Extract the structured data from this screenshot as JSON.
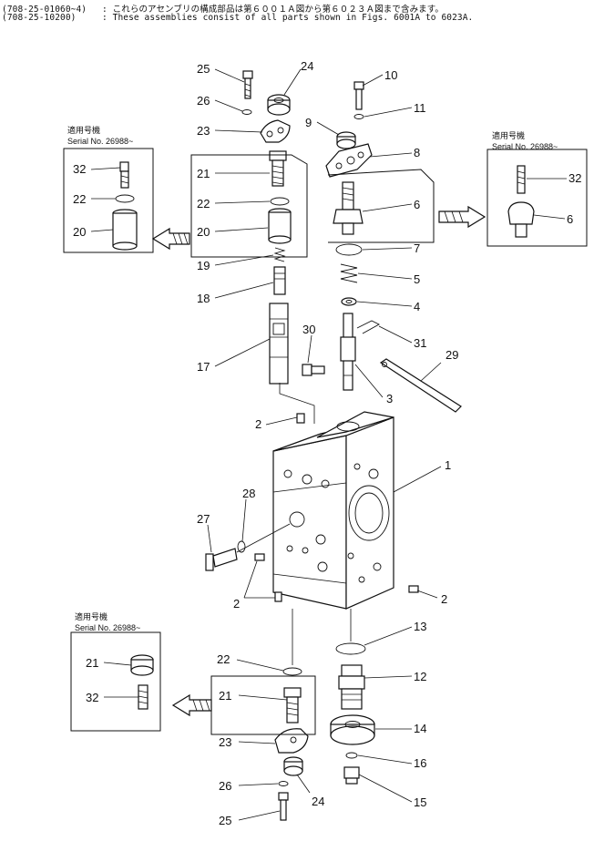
{
  "header": {
    "lines": [
      {
        "code": "(708-25-01060~4)",
        "text": ": これらのアセンブリの構成部品は第６００１Ａ図から第６０２３Ａ図まで含みます。"
      },
      {
        "code": "(708-25-10200)",
        "text": ": These assemblies consist of all parts shown in Figs. 6001A to 6023A."
      }
    ]
  },
  "serial_boxes": {
    "jp_label": "適用号機",
    "jp_label_alt": "適用号機",
    "serial_text": "Serial No. 26988~"
  },
  "part_numbers": {
    "p1": "1",
    "p2": "2",
    "p3": "3",
    "p4": "4",
    "p5": "5",
    "p6": "6",
    "p7": "7",
    "p8": "8",
    "p9": "9",
    "p10": "10",
    "p11": "11",
    "p12": "12",
    "p13": "13",
    "p14": "14",
    "p15": "15",
    "p16": "16",
    "p17": "17",
    "p18": "18",
    "p19": "19",
    "p20": "20",
    "p21": "21",
    "p22": "22",
    "p23": "23",
    "p24": "24",
    "p25": "25",
    "p26": "26",
    "p27": "27",
    "p28": "28",
    "p29": "29",
    "p30": "30",
    "p31": "31",
    "p32": "32"
  },
  "colors": {
    "ink": "#111111",
    "paper": "#ffffff"
  }
}
